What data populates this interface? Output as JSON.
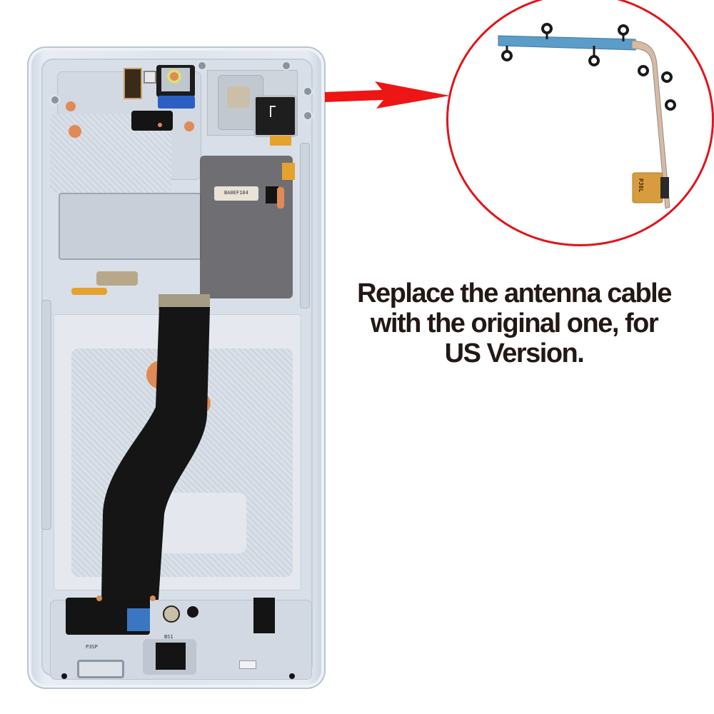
{
  "caption": {
    "line1": "Replace the antenna cable",
    "line2": "with the original one, for",
    "line3": "US Version."
  },
  "phone": {
    "component_label": "BA0EF184",
    "bottom_label": "P3SP",
    "bottom_code": "BS1"
  },
  "callout": {
    "chip_label": "PJ8L",
    "arrow_color": "#ee1515",
    "circle_color": "#e0141b"
  },
  "colors": {
    "text": "#231815",
    "frame": "#dfe5ee",
    "flex_cable": "#151515",
    "antenna_pcb": "#5b9cc8",
    "copper": "#e08a55"
  }
}
